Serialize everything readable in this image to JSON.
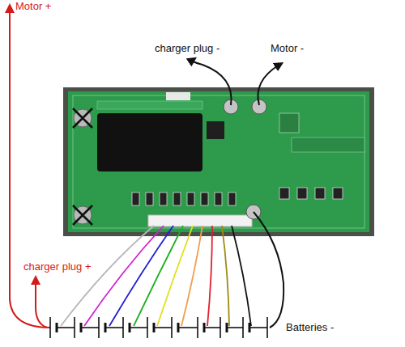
{
  "diagram": {
    "labels": [
      "Motor +",
      "charger plug -",
      "Motor -",
      "charger plug +",
      "Batteries -"
    ]
  }
}
